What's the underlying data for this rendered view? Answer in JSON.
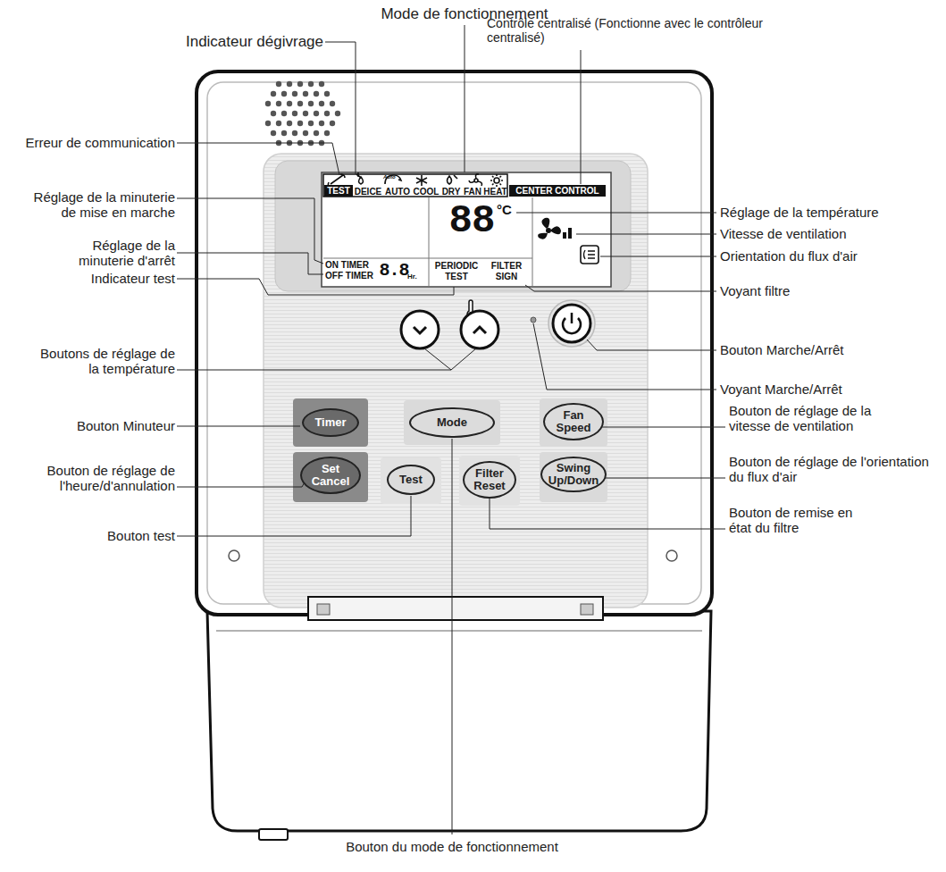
{
  "diagram": {
    "nodes": [
      {
        "text": [
          "TEST"
        ]
      },
      {
        "text": [
          "CENTER CONTROL"
        ]
      },
      {
        "text": [
          "Timer"
        ]
      },
      {
        "text": [
          "Mode"
        ]
      },
      {
        "text": [
          "Fan Speed"
        ]
      },
      {
        "text": [
          "Set Cancel"
        ]
      },
      {
        "text": [
          "Test"
        ]
      },
      {
        "text": [
          "Filter Reset"
        ]
      },
      {
        "text": [
          "Swing Up/Down"
        ]
      }
    ],
    "labels": [
      "Mode de fonctionnement",
      "Contrôle centralisé (Fonctionne avec le contrôleur centralisé)",
      "Indicateur dégivrage",
      "Erreur de communication",
      "Réglage de la minuterie de mise en marche",
      "Réglage de la minuterie d'arrêt",
      "Indicateur test",
      "Boutons de réglage de la température",
      "Bouton Minuteur",
      "Bouton de réglage de l'heure/d'annulation",
      "Bouton test",
      "Réglage de la température",
      "Vitesse de ventilation",
      "Orientation du flux d'air",
      "Voyant filtre",
      "Bouton Marche/Arrêt",
      "Voyant Marche/Arrêt",
      "Bouton de réglage de la vitesse de ventilation",
      "Bouton de réglage de l'orientation du flux d'air",
      "Bouton de remise en état du filtre",
      "Bouton du mode de fonctionnement",
      "Auto",
      "DEICE",
      "AUTO",
      "COOL",
      "DRY",
      "FAN",
      "HEAT",
      "88",
      "°C",
      "ON TIMER",
      "OFF TIMER",
      "8.8",
      "Hr.",
      "PERIODIC TEST",
      "FILTER SIGN"
    ]
  }
}
